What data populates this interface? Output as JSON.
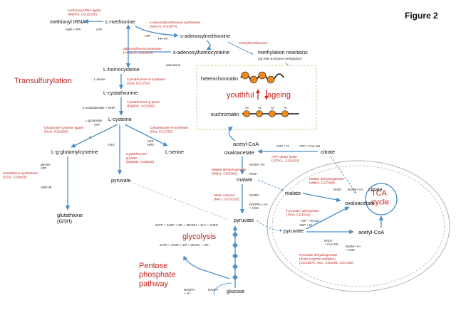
{
  "figure_label": "Figure 2",
  "metabolites": {
    "methionyl_trna": "methionyl tRNA",
    "l_methionine": "L-methionine",
    "sam": "s-adenosylmethionine",
    "sah": "s-adenosylhomocysteine",
    "methylation": "methylation reactions",
    "methylation_note": "(eg DNA & histone methylation)",
    "homocysteine": "L-homocysteine",
    "cystathionine": "L-cystathionine",
    "cysteine": "L-cysteine",
    "glutamylcysteine": "L-g-glutamylcysteine",
    "serine": "L-serine",
    "pyruvate_left": "pyruvate",
    "glutathione": "glutathione\n(GSH)",
    "acetyl_coa_top": "acetyl-CoA",
    "oxaloacetate_left": "oxaloacetate",
    "citrate_top": "citrate",
    "malate_left": "malate",
    "pyruvate_center": "pyruvate",
    "malate_tca": "malate",
    "oxaloacetate_tca": "oxaloacetate",
    "citrate_tca": "citrate",
    "pyruvate_tca": "pyruvate",
    "acetyl_coa_tca": "acetyl-CoA",
    "glucose": "glucose",
    "heterochromatin": "heterochromatin",
    "euchromatin": "euchromatin"
  },
  "enzymes": {
    "mettrna": "methionyl-tRNA ligase\n(MetRS; CG15100)",
    "sam_synth": "s-adenosylmethionine synthetase\n(Sam-S; CG2674)",
    "ahcy": "adenosylhomocysteinase\n(Ahcy13; CG11654)",
    "methyltransferases": "methyltransferases",
    "cbs": "Cystathionine-b-synthase\n(Cbs; CG1753)",
    "cgl": "Cystathionine-g-lyase\n(Eip55E; CG5345)",
    "gclc": "Glutamate-cysteine ligase\n(Gclc; CG2259)",
    "cbs2": "Cystathionine-b-synthase\n(Cbs; CG1753)",
    "gss": "Glutathione synthetase\n(GSS; CG6835)",
    "cgl2": "Cystathionine\ng-lyase\n(Eip55E; CG5345)",
    "acly": "ATP citrate lyase\n(ATPCL; CG8322)",
    "mdh1": "Malate dehydrogenase\n(Mdh1; CG5362)",
    "malic": "Malic enzyme\n(Men; CG10120)",
    "mdh2": "Malate dehydrogenase\n(Mdh2; CG7998)",
    "pc": "Pyruvate carboxylase\n(PCB; CG1516)",
    "pdh": "Pyruvate dehydrogenase\n(multi-enzyme complex)\n(CG11876, muc, CG5261, CG7430)"
  },
  "cofactors": {
    "atp_ppi": "AMP + PPi",
    "atp1": "ATP",
    "atp2": "ATP",
    "ppi_pi": "PPi+Pi",
    "adenosine": "adenosine",
    "lserine": "L-serine",
    "oxobutanoate": "2-oxobutanoate + NH4+",
    "glutamate": "L-glutamate",
    "atp3": "ATP",
    "pi1": "Pi",
    "h2s": "H2S",
    "h2s2": "H2S\nNH3",
    "glycine": "glycine\nATP",
    "adp_pi": "ADP+Pi",
    "adp_pi_coa": "ADP + Pi",
    "atp_coash": "ATP + CoA-SH",
    "nadh_h": "NADH+ H+",
    "nad_plus": "NAD+",
    "nadp": "NADP+",
    "nadph_co2": "NADPH + H+\n+ CO2",
    "nad_tca": "NAD+",
    "nadh_tca": "NADH+ H+",
    "atp_hco3": "ATP + HCO3-",
    "adp_pi_tca": "ADP + Pi",
    "nad_pdh": "NAD+\n+ CoA-SH",
    "nadh_pdh": "NADH+ H+\n+ CO2",
    "glyc_top": "4ATP + 2ADP + 2Pi + 2NADH + 2H+ + 2H2O",
    "glyc_bot": "2ATP + 4ADP + 2Pi + 2NAD+ + 2H+",
    "nadph_bottom": "NADPH\n+ H+",
    "nadp_bottom": "NADP+"
  },
  "pathway_labels": {
    "transsulfurylation": "Transulfurylation",
    "glycolysis": "glycolysis",
    "ppp": "Pentose\nphosphate\npathway",
    "tca": "TCA\ncycle",
    "youthful": "youthful",
    "ageing": "ageing",
    "ac1": "Ac",
    "ac2": "Ac",
    "ac3": "Ac",
    "ac4": "Ac"
  },
  "colors": {
    "arrow": "#4a8ec8",
    "enzyme_text": "#c0251e",
    "nucleosome_orange": "#f08a1c",
    "dna": "#111111"
  }
}
